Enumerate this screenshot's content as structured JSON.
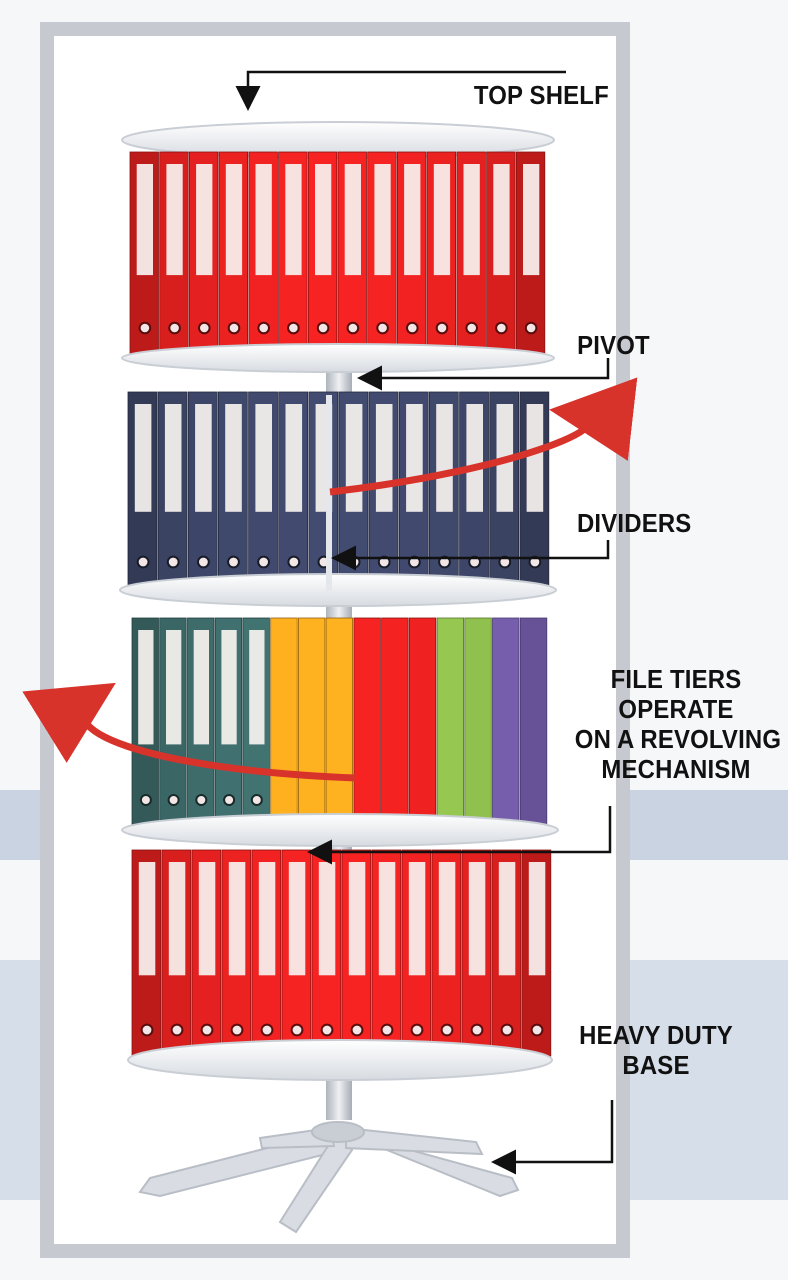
{
  "labels": {
    "top_shelf": "TOP SHELF",
    "pivot": "PIVOT",
    "dividers": "DIVIDERS",
    "file_tiers": {
      "line1": "FILE TIERS",
      "line2": "OPERATE",
      "line3": "ON A REVOLVING",
      "line4": "MECHANISM"
    },
    "base": {
      "line1": "HEAVY DUTY",
      "line2": "BASE"
    }
  },
  "colors": {
    "red_binder": "#e0201f",
    "navy_binder": "#3c4566",
    "teal_binder": "#3d6b6a",
    "yellow_binder": "#f4a21c",
    "green_binder": "#8fbf4d",
    "purple_binder": "#7b62b5",
    "shelf": "#eef0f3",
    "metal": "#c7ccd3",
    "rotation_arrow": "#d8332b"
  },
  "icons": {
    "rotation": "curved-rotation-arrow-icon",
    "pointer": "pointer-arrow-icon"
  }
}
